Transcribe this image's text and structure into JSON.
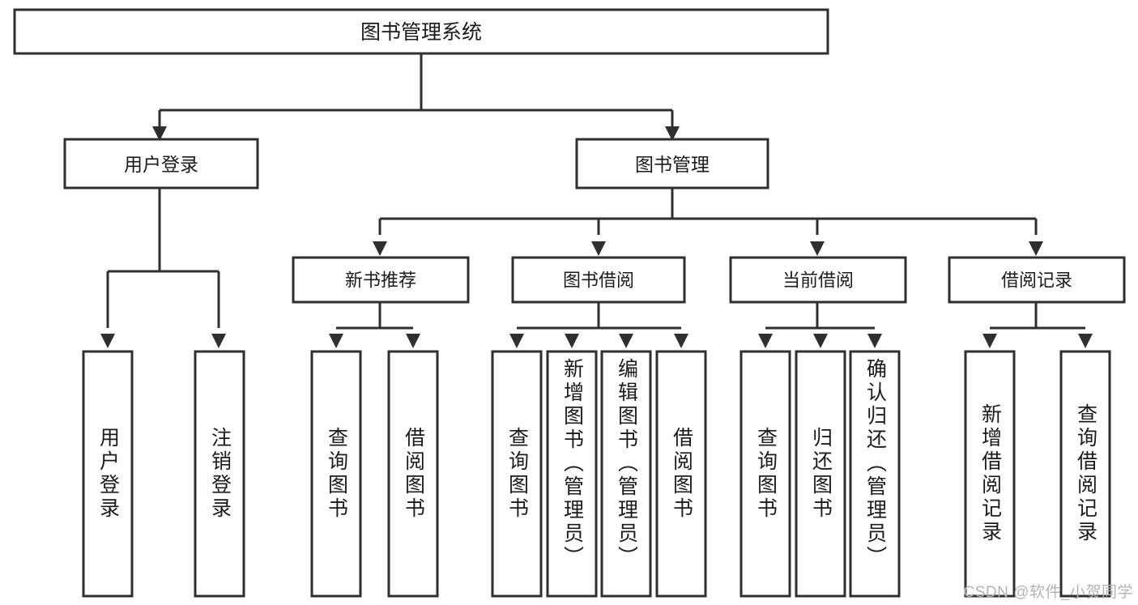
{
  "diagram": {
    "type": "tree",
    "title": "图书管理系统",
    "orientation": "top-down",
    "colors": {
      "box_stroke": "#2f2f2f",
      "box_fill": "#ffffff",
      "connector": "#2f2f2f",
      "text": "#1b1b1b",
      "watermark": "#b4b4b4",
      "background": "#ffffff"
    }
  },
  "root": {
    "label": "图书管理系统"
  },
  "level1": [
    {
      "label": "用户登录"
    },
    {
      "label": "图书管理"
    }
  ],
  "level2": [
    {
      "label": "新书推荐"
    },
    {
      "label": "图书借阅"
    },
    {
      "label": "当前借阅"
    },
    {
      "label": "借阅记录"
    }
  ],
  "leaves": {
    "user_login": [
      {
        "label": "用户登录"
      },
      {
        "label": "注销登录"
      }
    ],
    "new_book_recommend": [
      {
        "label": "查询图书"
      },
      {
        "label": "借阅图书"
      }
    ],
    "book_borrow": [
      {
        "label": "查询图书"
      },
      {
        "label": "新增图书（管理员）"
      },
      {
        "label": "编辑图书（管理员）"
      },
      {
        "label": "借阅图书"
      }
    ],
    "current_borrow": [
      {
        "label": "查询图书"
      },
      {
        "label": "归还图书"
      },
      {
        "label": "确认归还（管理员）"
      }
    ],
    "borrow_record": [
      {
        "label": "新增借阅记录"
      },
      {
        "label": "查询借阅记录"
      }
    ]
  },
  "watermark": {
    "text": "CSDN @软件_小贺同学"
  }
}
